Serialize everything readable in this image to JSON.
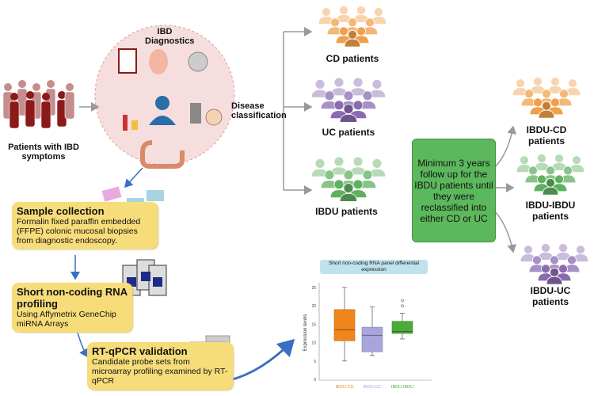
{
  "patients_label": "Patients with IBD symptoms",
  "diagnostics_title": "IBD Diagnostics",
  "classification_label": "Disease classification",
  "groups": {
    "cd": "CD patients",
    "uc": "UC patients",
    "ibdu": "IBDU patients",
    "ibdu_cd": "IBDU-CD patients",
    "ibdu_ibdu": "IBDU-IBDU patients",
    "ibdu_uc": "IBDU-UC patients"
  },
  "followup_text": "Minimum 3 years follow up for the IBDU patients until they were reclassified into either CD or UC",
  "steps": [
    {
      "title": "Sample collection",
      "text": "Formalin fixed paraffin embedded (FFPE) colonic mucosal biopsies from diagnostic endoscopy."
    },
    {
      "title": "Short non-coding RNA profiling",
      "text": "Using Affymetrix GeneChip miRNA Arrays"
    },
    {
      "title": "RT-qPCR validation",
      "text": "Candidate probe sets from microarray profiling examined by RT-qPCR"
    }
  ],
  "colors": {
    "cd": "#f0a04b",
    "uc": "#8a6bb0",
    "ibdu": "#5fb05f",
    "patients": "#8b1a1a",
    "yellow": "#f7dd7a",
    "green": "#5cb85c"
  },
  "chart_data": {
    "type": "boxplot",
    "title": "Short non-coding RNA panel differential expression",
    "ylabel": "Expression levels",
    "xlabel": "",
    "ylim": [
      0,
      25
    ],
    "yticks": [
      "0",
      "5",
      "10",
      "15",
      "20",
      "25"
    ],
    "categories": [
      "IBDU-CD",
      "IBDU-UC",
      "IBDU-IBDU"
    ],
    "series": [
      {
        "name": "IBDU-CD",
        "min": 5,
        "q1": 10.5,
        "median": 13.5,
        "q3": 19,
        "max": 25,
        "outliers": [],
        "color": "#f0851e"
      },
      {
        "name": "IBDU-UC",
        "min": 6.5,
        "q1": 7.5,
        "median": 12,
        "q3": 14.2,
        "max": 19.7,
        "outliers": [],
        "color": "#a9a4dc"
      },
      {
        "name": "IBDU-IBDU",
        "min": 11,
        "q1": 12.5,
        "median": 13,
        "q3": 15.8,
        "max": 18,
        "outliers": [
          20,
          21.5
        ],
        "color": "#4daa3a"
      }
    ]
  }
}
